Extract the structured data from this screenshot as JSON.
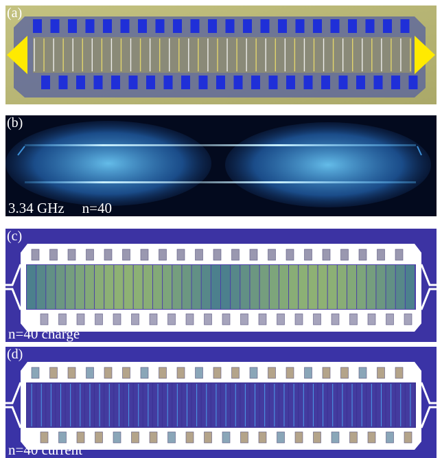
{
  "panels": [
    {
      "label": "(a)"
    },
    {
      "label": "(b)",
      "caption_freq": "3.34 GHz",
      "caption_mode": "n=40"
    },
    {
      "label": "(c)",
      "caption": "n=40 charge"
    },
    {
      "label": "(d)",
      "caption": "n=40 current"
    }
  ],
  "colors": {
    "substrate": "#b7b56e",
    "metal_pad": "#2233cc",
    "highlight": "#ffe600",
    "sim_background": "#3b33a2",
    "field_glow": "#4fc0ff",
    "charge_fill": "#6aa890"
  },
  "finger_count": 40
}
